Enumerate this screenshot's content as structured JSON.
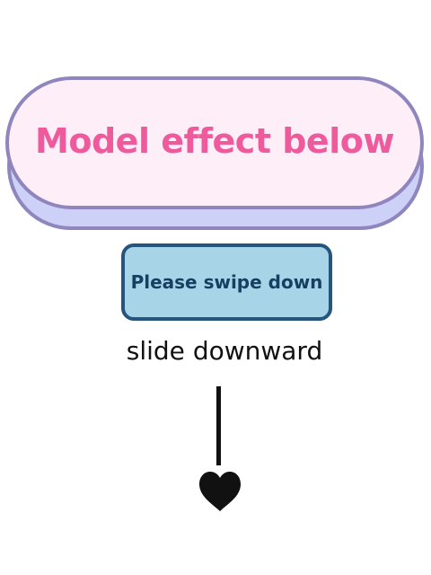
{
  "banner": {
    "title": "Model effect below"
  },
  "swipe_button": {
    "label": "Please swipe down"
  },
  "instruction": {
    "text": "slide downward"
  },
  "arrow": {
    "tip_icon": "heart-icon",
    "color": "#111111"
  },
  "colors": {
    "banner_fill": "#fdeef7",
    "banner_border": "#8e86bd",
    "banner_shadow": "#cdd0f7",
    "banner_text": "#ef5a9c",
    "button_fill": "#a8d4e8",
    "button_border": "#24557e",
    "button_text": "#173f61"
  }
}
